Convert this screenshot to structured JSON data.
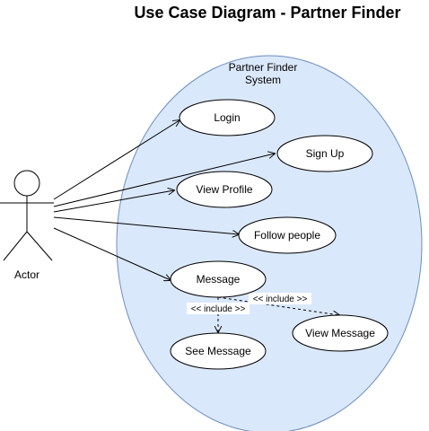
{
  "diagram": {
    "title": "Use Case Diagram - Partner Finder",
    "system": {
      "name_line1": "Partner Finder",
      "name_line2": "System",
      "fill_color": "#dae8fc",
      "stroke_color": "#6c8ebf"
    },
    "actor": {
      "label": "Actor"
    },
    "use_cases": {
      "login": "Login",
      "sign_up": "Sign Up",
      "view_profile": "View Profile",
      "follow_people": "Follow people",
      "message": "Message",
      "see_message": "See Message",
      "view_message": "View Message"
    },
    "relations": {
      "include_see": "<< include >>",
      "include_view": "<< include >>"
    }
  }
}
